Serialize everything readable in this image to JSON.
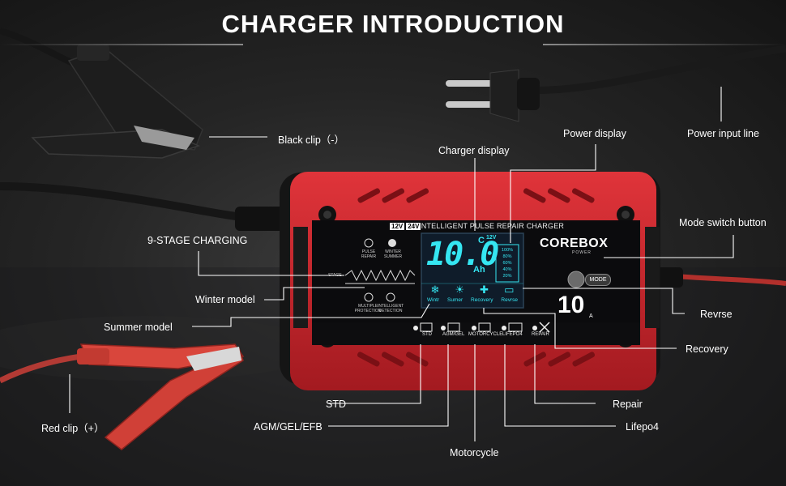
{
  "title": "CHARGER INTRODUCTION",
  "device": {
    "panel_title": "INTELLIGENT PULSE REPAIR CHARGER",
    "voltage_badges": [
      "12V",
      "24V"
    ],
    "brand": "COREBOX",
    "brand_sub": "POWER",
    "amps": "10",
    "amps_unit": "A",
    "mode_button": "MODE",
    "lcd": {
      "reading": "10.0",
      "reading_unit": "Ah",
      "corner": "C",
      "top_voltage": "12V",
      "percent_levels": [
        "100%",
        "80%",
        "60%",
        "40%",
        "20%"
      ],
      "modes": [
        "Wintr",
        "Sumer",
        "Recovery",
        "Revrse"
      ]
    },
    "left_icons": {
      "pulse": "PULSE REPAIR",
      "winter_summer": "WINTER SUMMER",
      "stage": "STAGE",
      "multiple": "MULTIPLE PROTECTION",
      "intelligent": "INTELLIGENT DETECTION"
    },
    "battery_modes": [
      "STD",
      "AGM/GEL",
      "MOTORCYCLE",
      "LIFEPO4",
      "REPAIR"
    ]
  },
  "callouts": {
    "black_clip": "Black clip（-）",
    "power_input_line": "Power input line",
    "power_display": "Power display",
    "charger_display": "Charger display",
    "mode_switch_button": "Mode switch button",
    "nine_stage": "9-STAGE CHARGING",
    "winter_model": "Winter model",
    "summer_model": "Summer model",
    "revrse": "Revrse",
    "recovery": "Recovery",
    "red_clip": "Red clip（+）",
    "std": "STD",
    "repair": "Repair",
    "agm": "AGM/GEL/EFB",
    "lifepo4": "Lifepo4",
    "motorcycle": "Motorcycle"
  },
  "colors": {
    "housing_red": "#c8232a",
    "lcd_cyan": "#35e6f2",
    "panel_black": "#0b0b0d",
    "clip_red": "#d9463c"
  }
}
